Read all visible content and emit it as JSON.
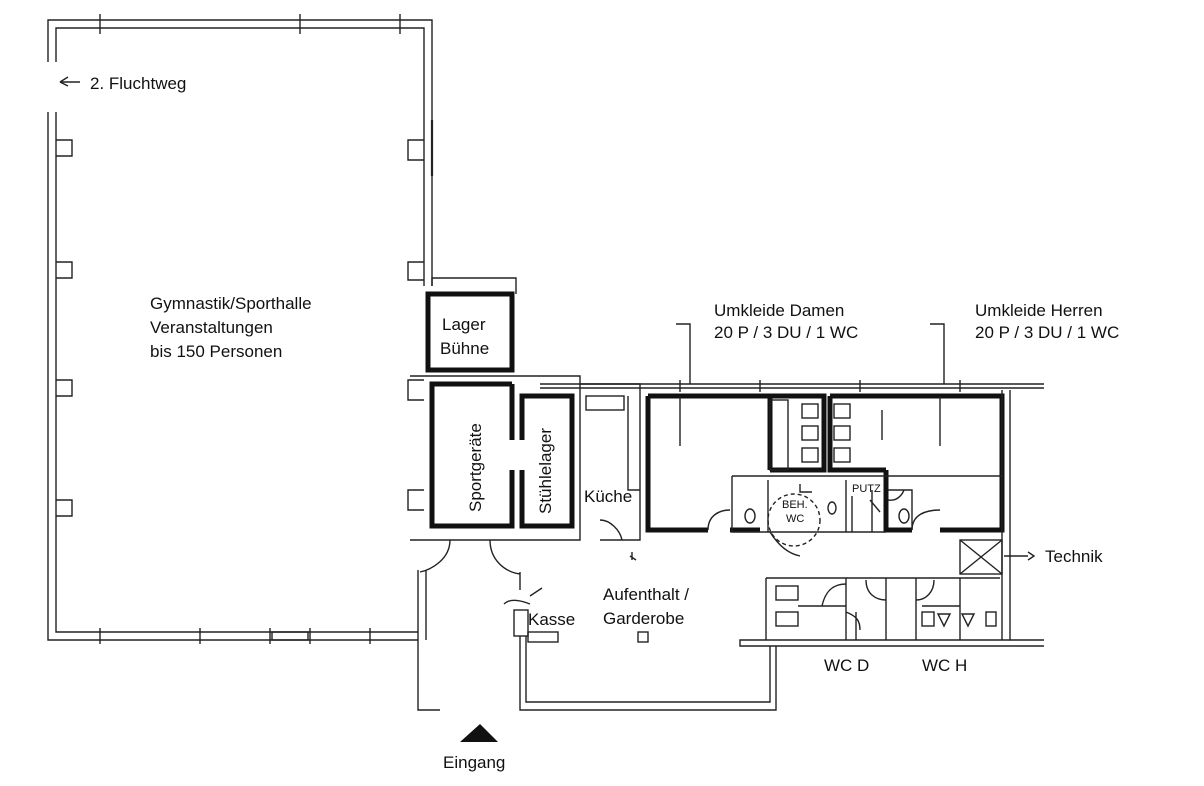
{
  "labels": {
    "escape_route": "2. Fluchtweg",
    "hall_line1": "Gymnastik/Sporthalle",
    "hall_line2": "Veranstaltungen",
    "hall_line3": "bis 150 Personen",
    "storage_line1": "Lager",
    "storage_line2": "Bühne",
    "sports_equipment": "Sportgeräte",
    "chair_storage": "Stühlelager",
    "kitchen": "Küche",
    "changing_women_title": "Umkleide Damen",
    "changing_women_cap": "20 P / 3 DU / 1 WC",
    "changing_men_title": "Umkleide Herren",
    "changing_men_cap": "20 P / 3 DU / 1 WC",
    "accessible_wc_line1": "BEH.",
    "accessible_wc_line2": "WC",
    "cleaning": "PUTZ",
    "technik": "Technik",
    "lounge_line1": "Aufenthalt /",
    "lounge_line2": "Garderobe",
    "cashier": "Kasse",
    "wc_women": "WC D",
    "wc_men": "WC H",
    "entrance": "Eingang"
  }
}
